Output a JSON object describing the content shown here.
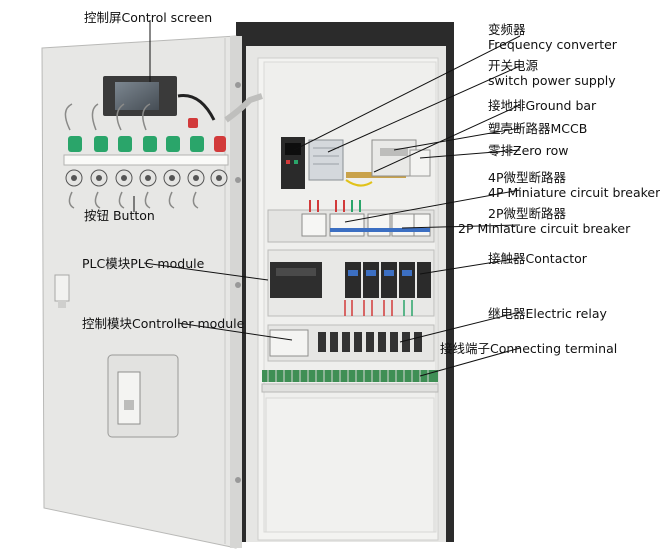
{
  "labels": {
    "control_screen": "控制屏Control screen",
    "button": "按钮 Button",
    "plc_module": "PLC模块PLC module",
    "controller_module": "控制模块Controller module",
    "frequency_converter_cn": "变频器",
    "frequency_converter_en": "Frequency converter",
    "switch_power_cn": "开关电源",
    "switch_power_en": "switch power supply",
    "ground_bar": "接地排Ground bar",
    "mccb": "塑壳断路器MCCB",
    "zero_row": "零排Zero row",
    "mcb_4p_cn": "4P微型断路器",
    "mcb_4p_en": "4P Miniature circuit breaker",
    "mcb_2p_cn": "2P微型断路器",
    "mcb_2p_en": "2P Miniature circuit breaker",
    "contactor": "接触器Contactor",
    "relay": "继电器Electric relay",
    "terminal": "接线端子Connecting terminal"
  },
  "colors": {
    "cabinet": "#e8e8e6",
    "cabinet_inner": "#f1f1ef",
    "frame": "#2b2b2b",
    "button_green": "#2aa56a",
    "button_red": "#d23a3a",
    "breaker_blue": "#3c6fc2",
    "terminal_green": "#3f8f55"
  }
}
